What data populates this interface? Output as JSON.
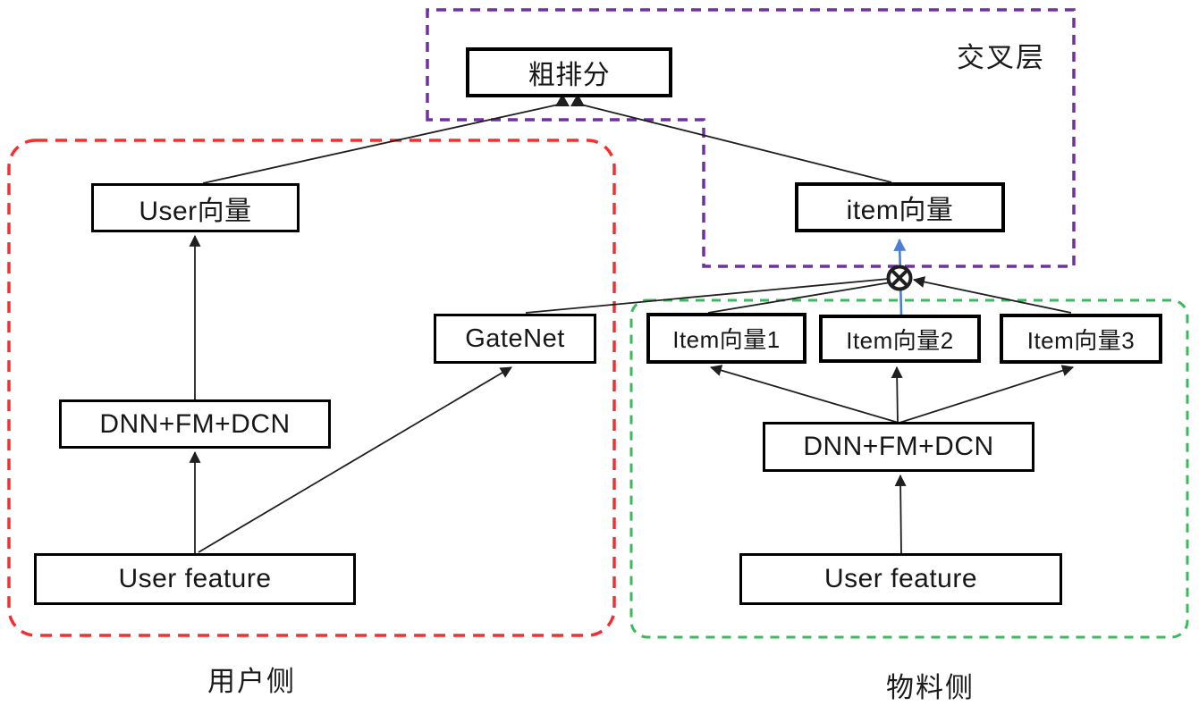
{
  "labels": {
    "cross_layer": "交叉层",
    "user_side": "用户侧",
    "item_side": "物料侧"
  },
  "nodes": {
    "coarse_score": "粗排分",
    "user_vector": "User向量",
    "user_dnn": "DNN+FM+DCN",
    "user_feature": "User feature",
    "gatenet": "GateNet",
    "item_vector": "item向量",
    "item_vector_1": "Item向量1",
    "item_vector_2": "Item向量2",
    "item_vector_3": "Item向量3",
    "item_dnn": "DNN+FM+DCN",
    "item_user_feature": "User feature"
  },
  "icons": {
    "multiply_node": "circle-cross-multiply"
  },
  "colors": {
    "user_side_border": "#f23030",
    "item_side_border": "#3db85c",
    "cross_layer_border": "#7030a0",
    "vector_arrow": "#4a7fd4",
    "edge": "#1f1f1f",
    "box_border": "#000000"
  }
}
